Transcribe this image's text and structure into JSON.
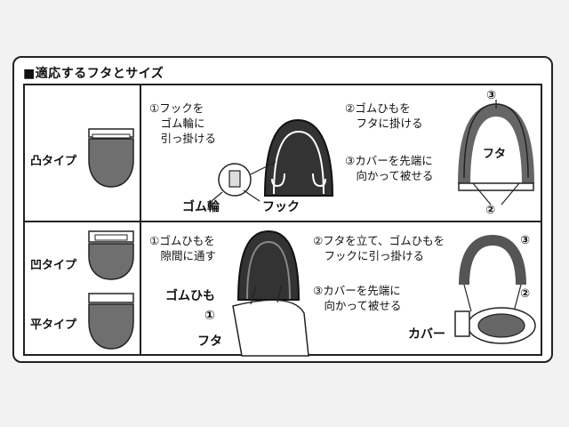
{
  "header": {
    "title": "■適応するフタとサイズ"
  },
  "types": {
    "convex": "凸タイプ",
    "concave": "凹タイプ",
    "flat": "平タイプ"
  },
  "top_section": {
    "step1": "①フックを\n　ゴム輪に\n　引っ掛ける",
    "step2": "②ゴムひもを\n　フタに掛ける",
    "step3": "③カバーを先端に\n　向かって被せる",
    "label_gomuwa": "ゴム輪",
    "label_hook": "フック",
    "label_futa": "フタ",
    "mark_1": "③",
    "mark_2": "②"
  },
  "bottom_section": {
    "step1": "①ゴムひもを\n　隙間に通す",
    "step2": "②フタを立て、ゴムひもを\n　フックに引っ掛ける",
    "step3": "③カバーを先端に\n　向かって被せる",
    "label_gomuhimo": "ゴムひも",
    "label_circle1": "①",
    "label_futa": "フタ",
    "label_cover": "カバー",
    "mark_3": "③",
    "mark_2": "②"
  }
}
